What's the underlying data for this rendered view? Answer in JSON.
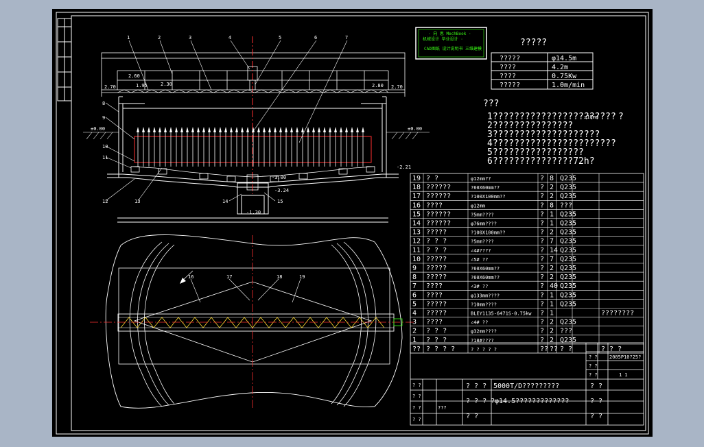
{
  "stamp": {
    "line1": "· 向 思 MechBook ·",
    "line2": "机械设计 毕业设计 ·",
    "line3": "CAD图纸 设计说明书 三维建模"
  },
  "params": {
    "title": "?????",
    "rows": [
      {
        "name": "?????",
        "value": "φ14.5m"
      },
      {
        "name": "????",
        "value": "4.2m"
      },
      {
        "name": "????",
        "value": "0.75Kw"
      },
      {
        "name": "?????",
        "value": "1.0m/min"
      }
    ]
  },
  "notes": {
    "title": "???",
    "lines": [
      "1???????????????????????",
      "2???????????????",
      "3????????????????????",
      "4???????????????????????",
      "5?????????????????",
      "6???????????????72h?"
    ],
    "extra_mark": "±10mm",
    "extra_q": "?"
  },
  "section_labels": {
    "top_numbers": [
      "1",
      "2",
      "3",
      "4",
      "5",
      "6",
      "7"
    ],
    "left_numbers": [
      "8",
      "9",
      "10",
      "11",
      "12",
      "13",
      "14",
      "15"
    ],
    "elevations": [
      "2.60",
      "1.95",
      "2.30",
      "2.70",
      "2.80",
      "2.70",
      "±0.00",
      "±0.00",
      "-2.21",
      "-3.24",
      "-3.00",
      "-1.30"
    ]
  },
  "plan_labels": [
    "16",
    "17",
    "18",
    "19"
  ],
  "bom": {
    "rows": [
      {
        "no": "19",
        "name": "?  ?",
        "spec": "φ12mm??",
        "q1": "?",
        "qty": "8",
        "mat": "Q235",
        "note": ""
      },
      {
        "no": "18",
        "name": "??????",
        "spec": "?60X60mm??",
        "q1": "?",
        "qty": "2",
        "mat": "Q235",
        "note": ""
      },
      {
        "no": "17",
        "name": "??????",
        "spec": "?100X100mm??",
        "q1": "?",
        "qty": "2",
        "mat": "Q235",
        "note": ""
      },
      {
        "no": "16",
        "name": "????",
        "spec": "φ12mm",
        "q1": "?",
        "qty": "8",
        "mat": "???",
        "note": ""
      },
      {
        "no": "15",
        "name": "??????",
        "spec": "?5mm????",
        "q1": "?",
        "qty": "1",
        "mat": "Q235",
        "note": ""
      },
      {
        "no": "14",
        "name": "??????",
        "spec": "φ76mm????",
        "q1": "?",
        "qty": "1",
        "mat": "Q235",
        "note": ""
      },
      {
        "no": "13",
        "name": "?????",
        "spec": "?100X100mm??",
        "q1": "?",
        "qty": "2",
        "mat": "Q235",
        "note": ""
      },
      {
        "no": "12",
        "name": "?  ?  ?",
        "spec": "?5mm????",
        "q1": "?",
        "qty": "7",
        "mat": "Q235",
        "note": ""
      },
      {
        "no": "11",
        "name": "?  ?  ?",
        "spec": "∠4#????",
        "q1": "?",
        "qty": "14",
        "mat": "Q235",
        "note": ""
      },
      {
        "no": "10",
        "name": "?????",
        "spec": "∠5#  ??",
        "q1": "?",
        "qty": "7",
        "mat": "Q235",
        "note": ""
      },
      {
        "no": "9",
        "name": "?????",
        "spec": "?60X60mm??",
        "q1": "?",
        "qty": "2",
        "mat": "Q235",
        "note": ""
      },
      {
        "no": "8",
        "name": "?????",
        "spec": "?60X60mm??",
        "q1": "?",
        "qty": "2",
        "mat": "Q235",
        "note": ""
      },
      {
        "no": "7",
        "name": "????",
        "spec": "∠3#  ??",
        "q1": "?",
        "qty": "40",
        "mat": "Q235",
        "note": ""
      },
      {
        "no": "6",
        "name": "????",
        "spec": "φ133mm????",
        "q1": "?",
        "qty": "1",
        "mat": "Q235",
        "note": ""
      },
      {
        "no": "5",
        "name": "?????",
        "spec": "?10mm????",
        "q1": "?",
        "qty": "1",
        "mat": "Q235",
        "note": ""
      },
      {
        "no": "4",
        "name": "?????",
        "spec": "BLEY1135-6471S-0.75kw",
        "q1": "?",
        "qty": "1",
        "mat": "",
        "note": "????????"
      },
      {
        "no": "3",
        "name": "????",
        "spec": "∠4#  ??",
        "q1": "?",
        "qty": "2",
        "mat": "Q235",
        "note": ""
      },
      {
        "no": "2",
        "name": "?  ?  ?",
        "spec": "φ32mm????",
        "q1": "?",
        "qty": "2",
        "mat": "???",
        "note": ""
      },
      {
        "no": "1",
        "name": "?  ?  ?",
        "spec": "?18#????",
        "q1": "?",
        "qty": "2",
        "mat": "Q235",
        "note": ""
      }
    ],
    "header": {
      "no": "??",
      "name": "?  ?  ?  ?",
      "spec": "?  ?  ?  ?  ?",
      "q1": "??",
      "qty": "??",
      "mat": "?  ?",
      "note": "?  ?  ?"
    }
  },
  "title_block": {
    "scale_label": "?  ?",
    "scale_value": "2005P10?25?",
    "sheet_label": "?  ?",
    "sheet_value": "1   1",
    "pages_label": "?  ?",
    "drawing_title": "5000T/D?????????",
    "drawing_sub": "φ14.5?????????????",
    "label_a": "?  ?  ?",
    "label_b": "?  ?  ?  ?",
    "left_rows": [
      "?  ?",
      "?  ?",
      "?  ?",
      "?  ?"
    ],
    "left_sub": "???",
    "bottom_a": "?  ?",
    "bottom_b": "?  ?"
  }
}
